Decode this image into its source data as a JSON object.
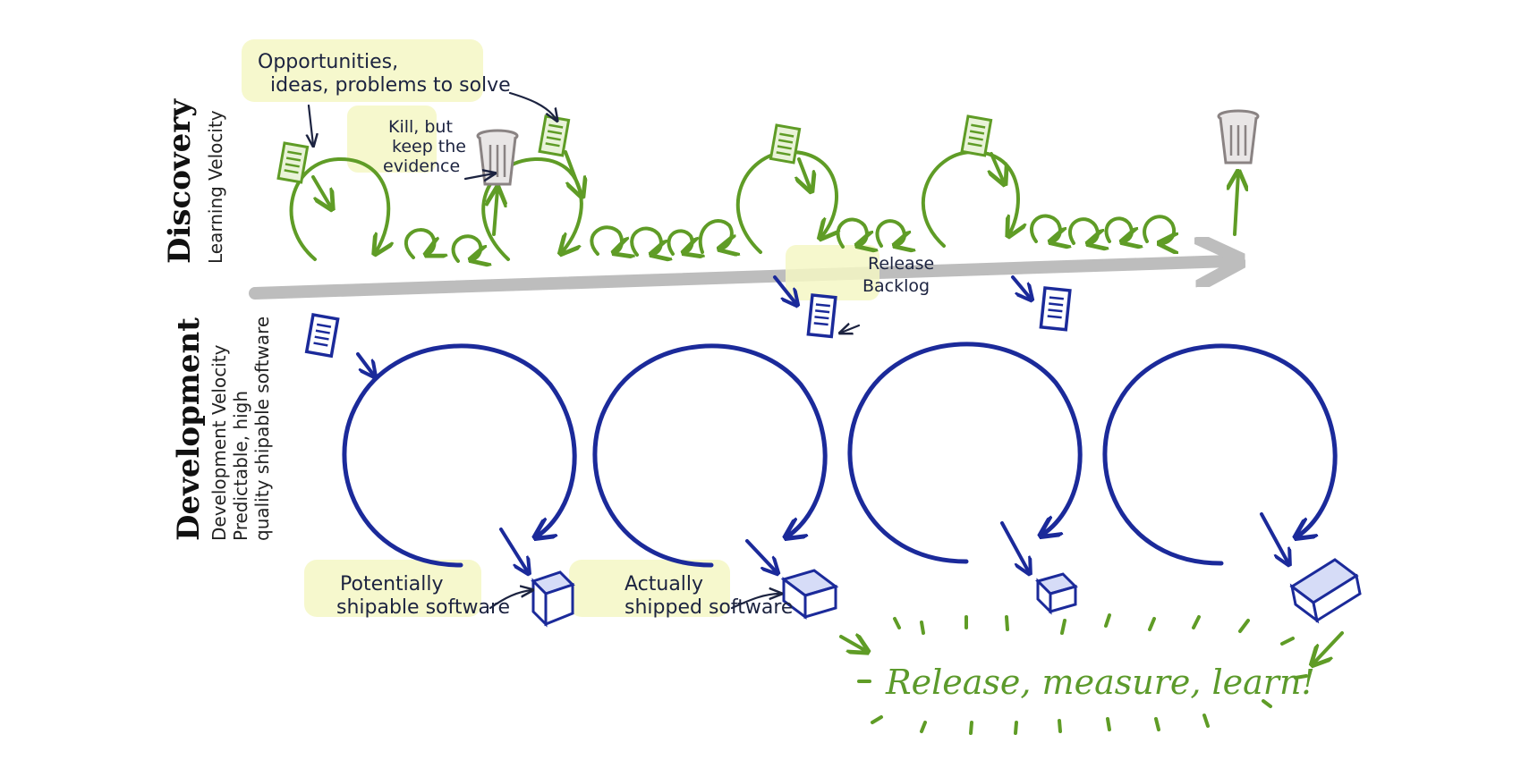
{
  "diagram": {
    "discovery": {
      "title": "Discovery",
      "subtitle": "Learning Velocity"
    },
    "development": {
      "title": "Development",
      "subtitle_line1": "Development Velocity",
      "subtitle_line2": "Predictable, high",
      "subtitle_line3": "quality shipable software"
    },
    "annotations": {
      "opportunities_line1": "Opportunities,",
      "opportunities_line2": "ideas, problems to solve",
      "kill_line1": "Kill, but",
      "kill_line2": "keep the",
      "kill_line3": "evidence",
      "release_backlog_line1": "Release",
      "release_backlog_line2": "Backlog",
      "potentially_line1": "Potentially",
      "potentially_line2": "shipable software",
      "actually_line1": "Actually",
      "actually_line2": "shipped software",
      "release_measure_learn": "Release, measure, learn!"
    },
    "colors": {
      "discovery": "#5f9c26",
      "development": "#1b2a9a",
      "timeline": "#bdbdbd",
      "trash": "#8a8383",
      "highlight": "#f4f7c4"
    },
    "icons": {
      "idea_card": "note-card-icon",
      "trash": "trash-can-icon",
      "backlog_card": "backlog-card-icon",
      "software_box": "software-box-icon"
    }
  }
}
